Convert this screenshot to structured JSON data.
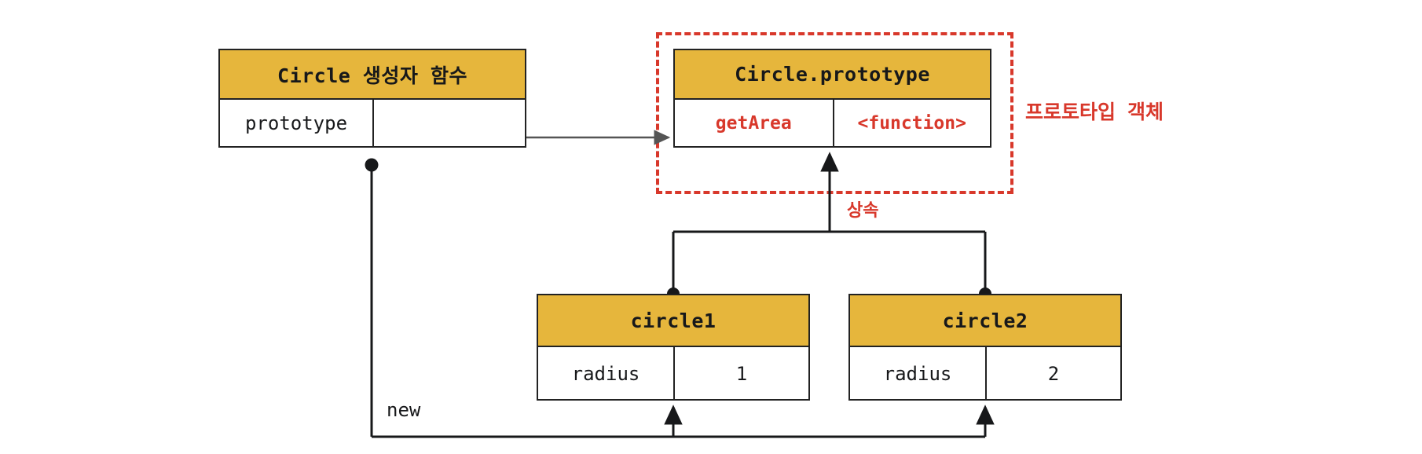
{
  "diagram": {
    "title": "JavaScript prototype chain diagram",
    "colors": {
      "header_yellow": "#e6b63c",
      "accent_red": "#d8382b",
      "line_black": "#222222",
      "line_gray": "#555555",
      "background": "#ffffff"
    }
  },
  "constructor_box": {
    "title": "Circle 생성자 함수",
    "rows": [
      {
        "key": "prototype",
        "value": ""
      }
    ]
  },
  "prototype_box": {
    "title": "Circle.prototype",
    "rows": [
      {
        "key": "getArea",
        "value": "<function>"
      }
    ]
  },
  "prototype_region": {
    "label": "프로토타입 객체"
  },
  "instances": [
    {
      "title": "circle1",
      "rows": [
        {
          "key": "radius",
          "value": "1"
        }
      ]
    },
    {
      "title": "circle2",
      "rows": [
        {
          "key": "radius",
          "value": "2"
        }
      ]
    }
  ],
  "edges": {
    "inherit_label": "상속",
    "new_label": "new"
  }
}
